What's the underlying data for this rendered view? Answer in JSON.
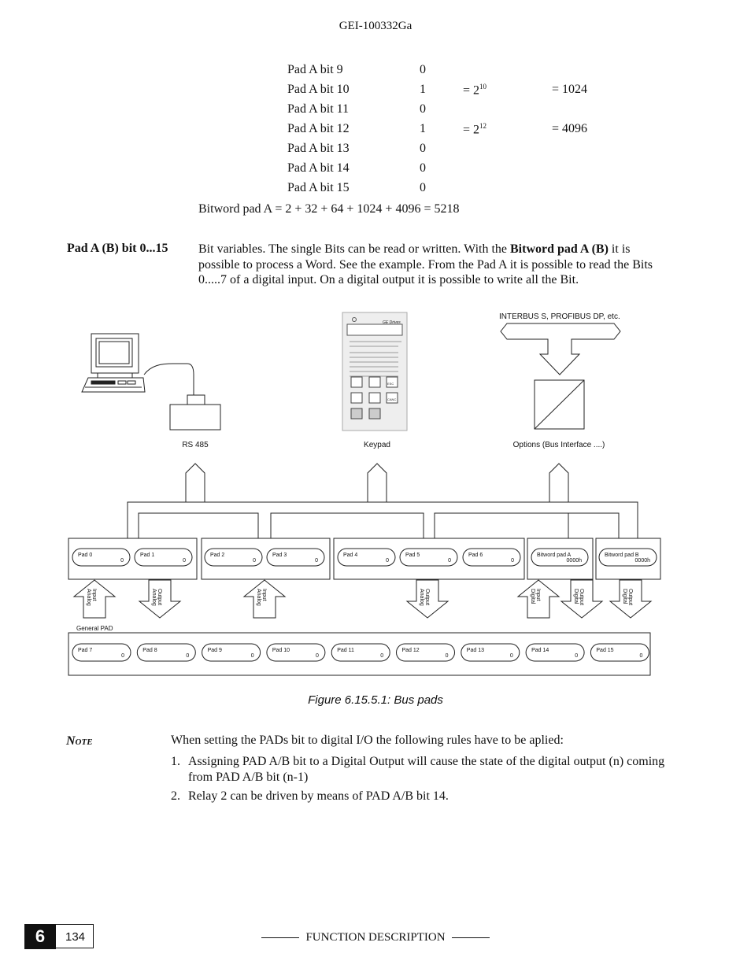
{
  "header": {
    "doc_id": "GEI-100332Ga"
  },
  "bit_table": [
    {
      "label": "Pad A bit 9",
      "value": "0",
      "power_base": "",
      "power_exp": "",
      "result": ""
    },
    {
      "label": "Pad A bit 10",
      "value": "1",
      "power_base": "= 2",
      "power_exp": "10",
      "result": "= 1024"
    },
    {
      "label": "Pad A bit 11",
      "value": "0",
      "power_base": "",
      "power_exp": "",
      "result": ""
    },
    {
      "label": "Pad A bit 12",
      "value": "1",
      "power_base": "= 2",
      "power_exp": "12",
      "result": "= 4096"
    },
    {
      "label": "Pad A bit 13",
      "value": "0",
      "power_base": "",
      "power_exp": "",
      "result": ""
    },
    {
      "label": "Pad A bit 14",
      "value": "0",
      "power_base": "",
      "power_exp": "",
      "result": ""
    },
    {
      "label": "Pad A bit 15",
      "value": "0",
      "power_base": "",
      "power_exp": "",
      "result": ""
    }
  ],
  "bitword_line": "Bitword pad A = 2 + 32 + 64 + 1024 + 4096 = 5218",
  "parameter": {
    "name": "Pad A (B) bit 0...15",
    "desc_part1": "Bit variables.  The single Bits can be read or written. With the ",
    "desc_bold": "Bitword pad A (B)",
    "desc_part2": " it is possible to process a Word. See the example. From the Pad A it is possible to read the Bits 0.....7 of a digital input. On a digital output it is possible to write all the Bit."
  },
  "diagram": {
    "bus_label": "INTERBUS S, PROFIBUS DP, etc.",
    "rs485_label": "RS 485",
    "keypad_label": "Keypad",
    "options_label": "Options (Bus Interface ....)",
    "general_pad_label": "General PAD",
    "top_pads": [
      {
        "name": "Pad 0",
        "value": "0"
      },
      {
        "name": "Pad 1",
        "value": "0"
      },
      {
        "name": "Pad 2",
        "value": "0"
      },
      {
        "name": "Pad 3",
        "value": "0"
      },
      {
        "name": "Pad 4",
        "value": "0"
      },
      {
        "name": "Pad 5",
        "value": "0"
      },
      {
        "name": "Pad 6",
        "value": "0"
      },
      {
        "name": "Bitword pad A",
        "value": "0000h"
      },
      {
        "name": "Bitword pad B",
        "value": "0000h"
      }
    ],
    "bottom_pads": [
      {
        "name": "Pad 7",
        "value": "0"
      },
      {
        "name": "Pad 8",
        "value": "0"
      },
      {
        "name": "Pad 9",
        "value": "0"
      },
      {
        "name": "Pad 10",
        "value": "0"
      },
      {
        "name": "Pad 11",
        "value": "0"
      },
      {
        "name": "Pad 12",
        "value": "0"
      },
      {
        "name": "Pad 13",
        "value": "0"
      },
      {
        "name": "Pad 14",
        "value": "0"
      },
      {
        "name": "Pad 15",
        "value": "0"
      }
    ],
    "io_arrows": [
      {
        "line1": "Input",
        "line2": "Analog",
        "direction": "up"
      },
      {
        "line1": "Output",
        "line2": "Analog",
        "direction": "down"
      },
      {
        "line1": "Input",
        "line2": "Analog",
        "direction": "up"
      },
      {
        "line1": "Output",
        "line2": "Analog",
        "direction": "down"
      },
      {
        "line1": "Input",
        "line2": "Digital",
        "direction": "up"
      },
      {
        "line1": "Output",
        "line2": "Digital",
        "direction": "down"
      },
      {
        "line1": "Output",
        "line2": "Digital",
        "direction": "down"
      }
    ],
    "keypad": {
      "brand": "GE Drives",
      "key_labels": [
        "",
        "",
        "ESC",
        "",
        "",
        "CANC"
      ]
    }
  },
  "figure_caption": "Figure 6.15.5.1: Bus pads",
  "note": {
    "label": "Note",
    "lead": "When setting the PADs bit to digital I/O the following rules have to be aplied:",
    "items": [
      {
        "num": "1.",
        "text": "Assigning PAD A/B bit to a Digital Output will cause the state of the digital output (n) coming from PAD A/B bit (n-1)"
      },
      {
        "num": "2.",
        "text": "Relay 2 can be driven by means of PAD A/B bit 14."
      }
    ]
  },
  "footer": {
    "chapter": "6",
    "page": "134",
    "title": "FUNCTION DESCRIPTION"
  }
}
